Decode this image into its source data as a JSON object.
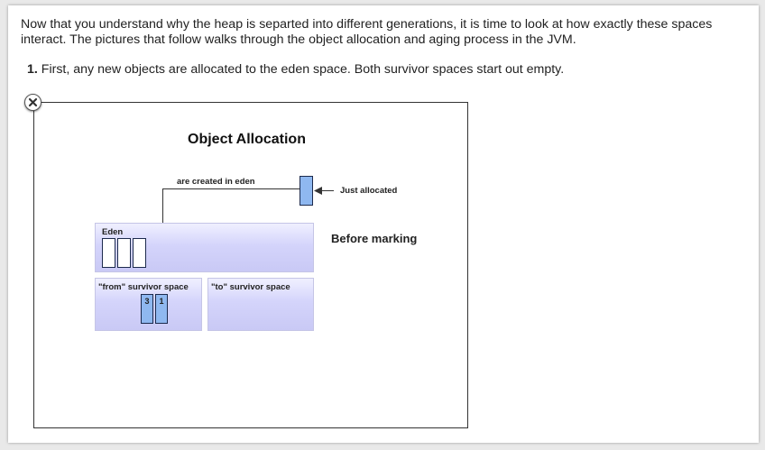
{
  "intro": "Now that you understand why the heap is separted into different generations, it is time to look at how exactly these spaces interact. The pictures that follow walks through the object allocation and aging process in the JVM.",
  "step": {
    "number": "1.",
    "text": " First, any new objects are allocated to the eden space. Both survivor spaces start out empty."
  },
  "figure": {
    "title": "Object Allocation",
    "created_label": "are created in eden",
    "just_allocated": "Just allocated",
    "before_marking": "Before marking",
    "eden_label": "Eden",
    "from_label": "\"from\" survivor space",
    "to_label": "\"to\" survivor space",
    "from_ages": [
      "3",
      "1"
    ]
  }
}
